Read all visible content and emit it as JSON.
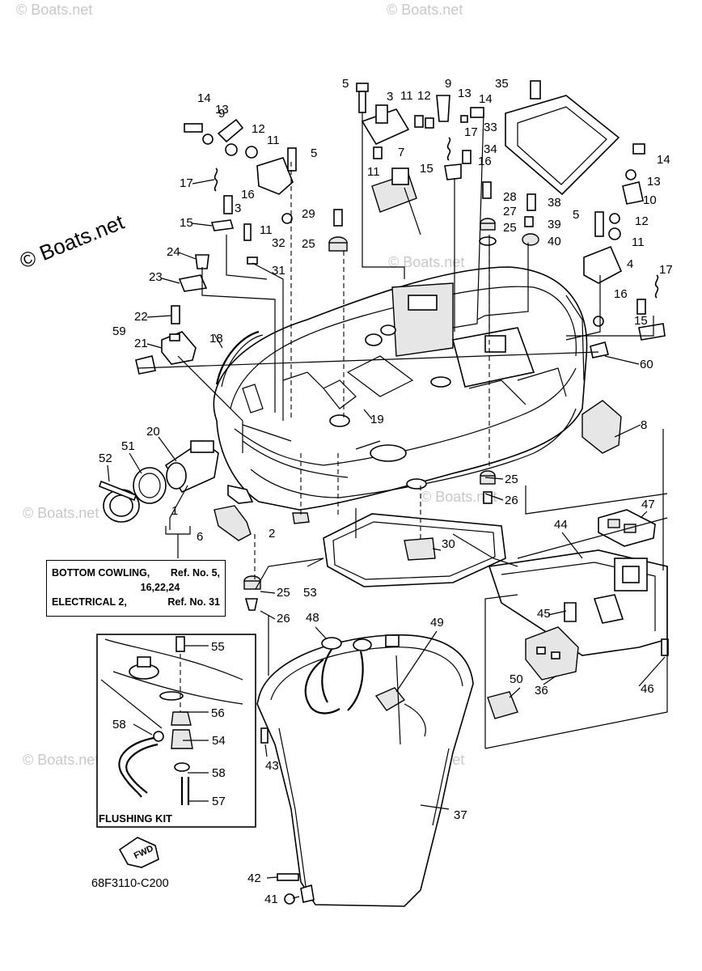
{
  "watermark": "© Boats.net",
  "diagram_code": "68F3110-C200",
  "flushing_kit_label": "FLUSHING KIT",
  "fwd_label": "FWD",
  "reference_note": {
    "line1_left": "BOTTOM COWLING,",
    "line1_right": "Ref. No. 5,",
    "line2": "16,22,24",
    "line3_left": "ELECTRICAL 2,",
    "line3_right": "Ref. No. 31"
  },
  "callouts": [
    "1",
    "2",
    "3",
    "3",
    "4",
    "5",
    "5",
    "5",
    "6",
    "7",
    "8",
    "9",
    "9",
    "10",
    "11",
    "11",
    "11",
    "11",
    "11",
    "12",
    "12",
    "12",
    "13",
    "13",
    "13",
    "14",
    "14",
    "14",
    "15",
    "15",
    "15",
    "16",
    "16",
    "16",
    "17",
    "17",
    "17",
    "18",
    "19",
    "20",
    "21",
    "22",
    "23",
    "24",
    "25",
    "25",
    "25",
    "25",
    "26",
    "26",
    "27",
    "28",
    "29",
    "30",
    "31",
    "32",
    "33",
    "34",
    "35",
    "36",
    "37",
    "38",
    "39",
    "40",
    "41",
    "42",
    "43",
    "44",
    "45",
    "46",
    "47",
    "48",
    "49",
    "50",
    "51",
    "52",
    "53",
    "54",
    "55",
    "56",
    "57",
    "58",
    "58",
    "59",
    "60"
  ]
}
